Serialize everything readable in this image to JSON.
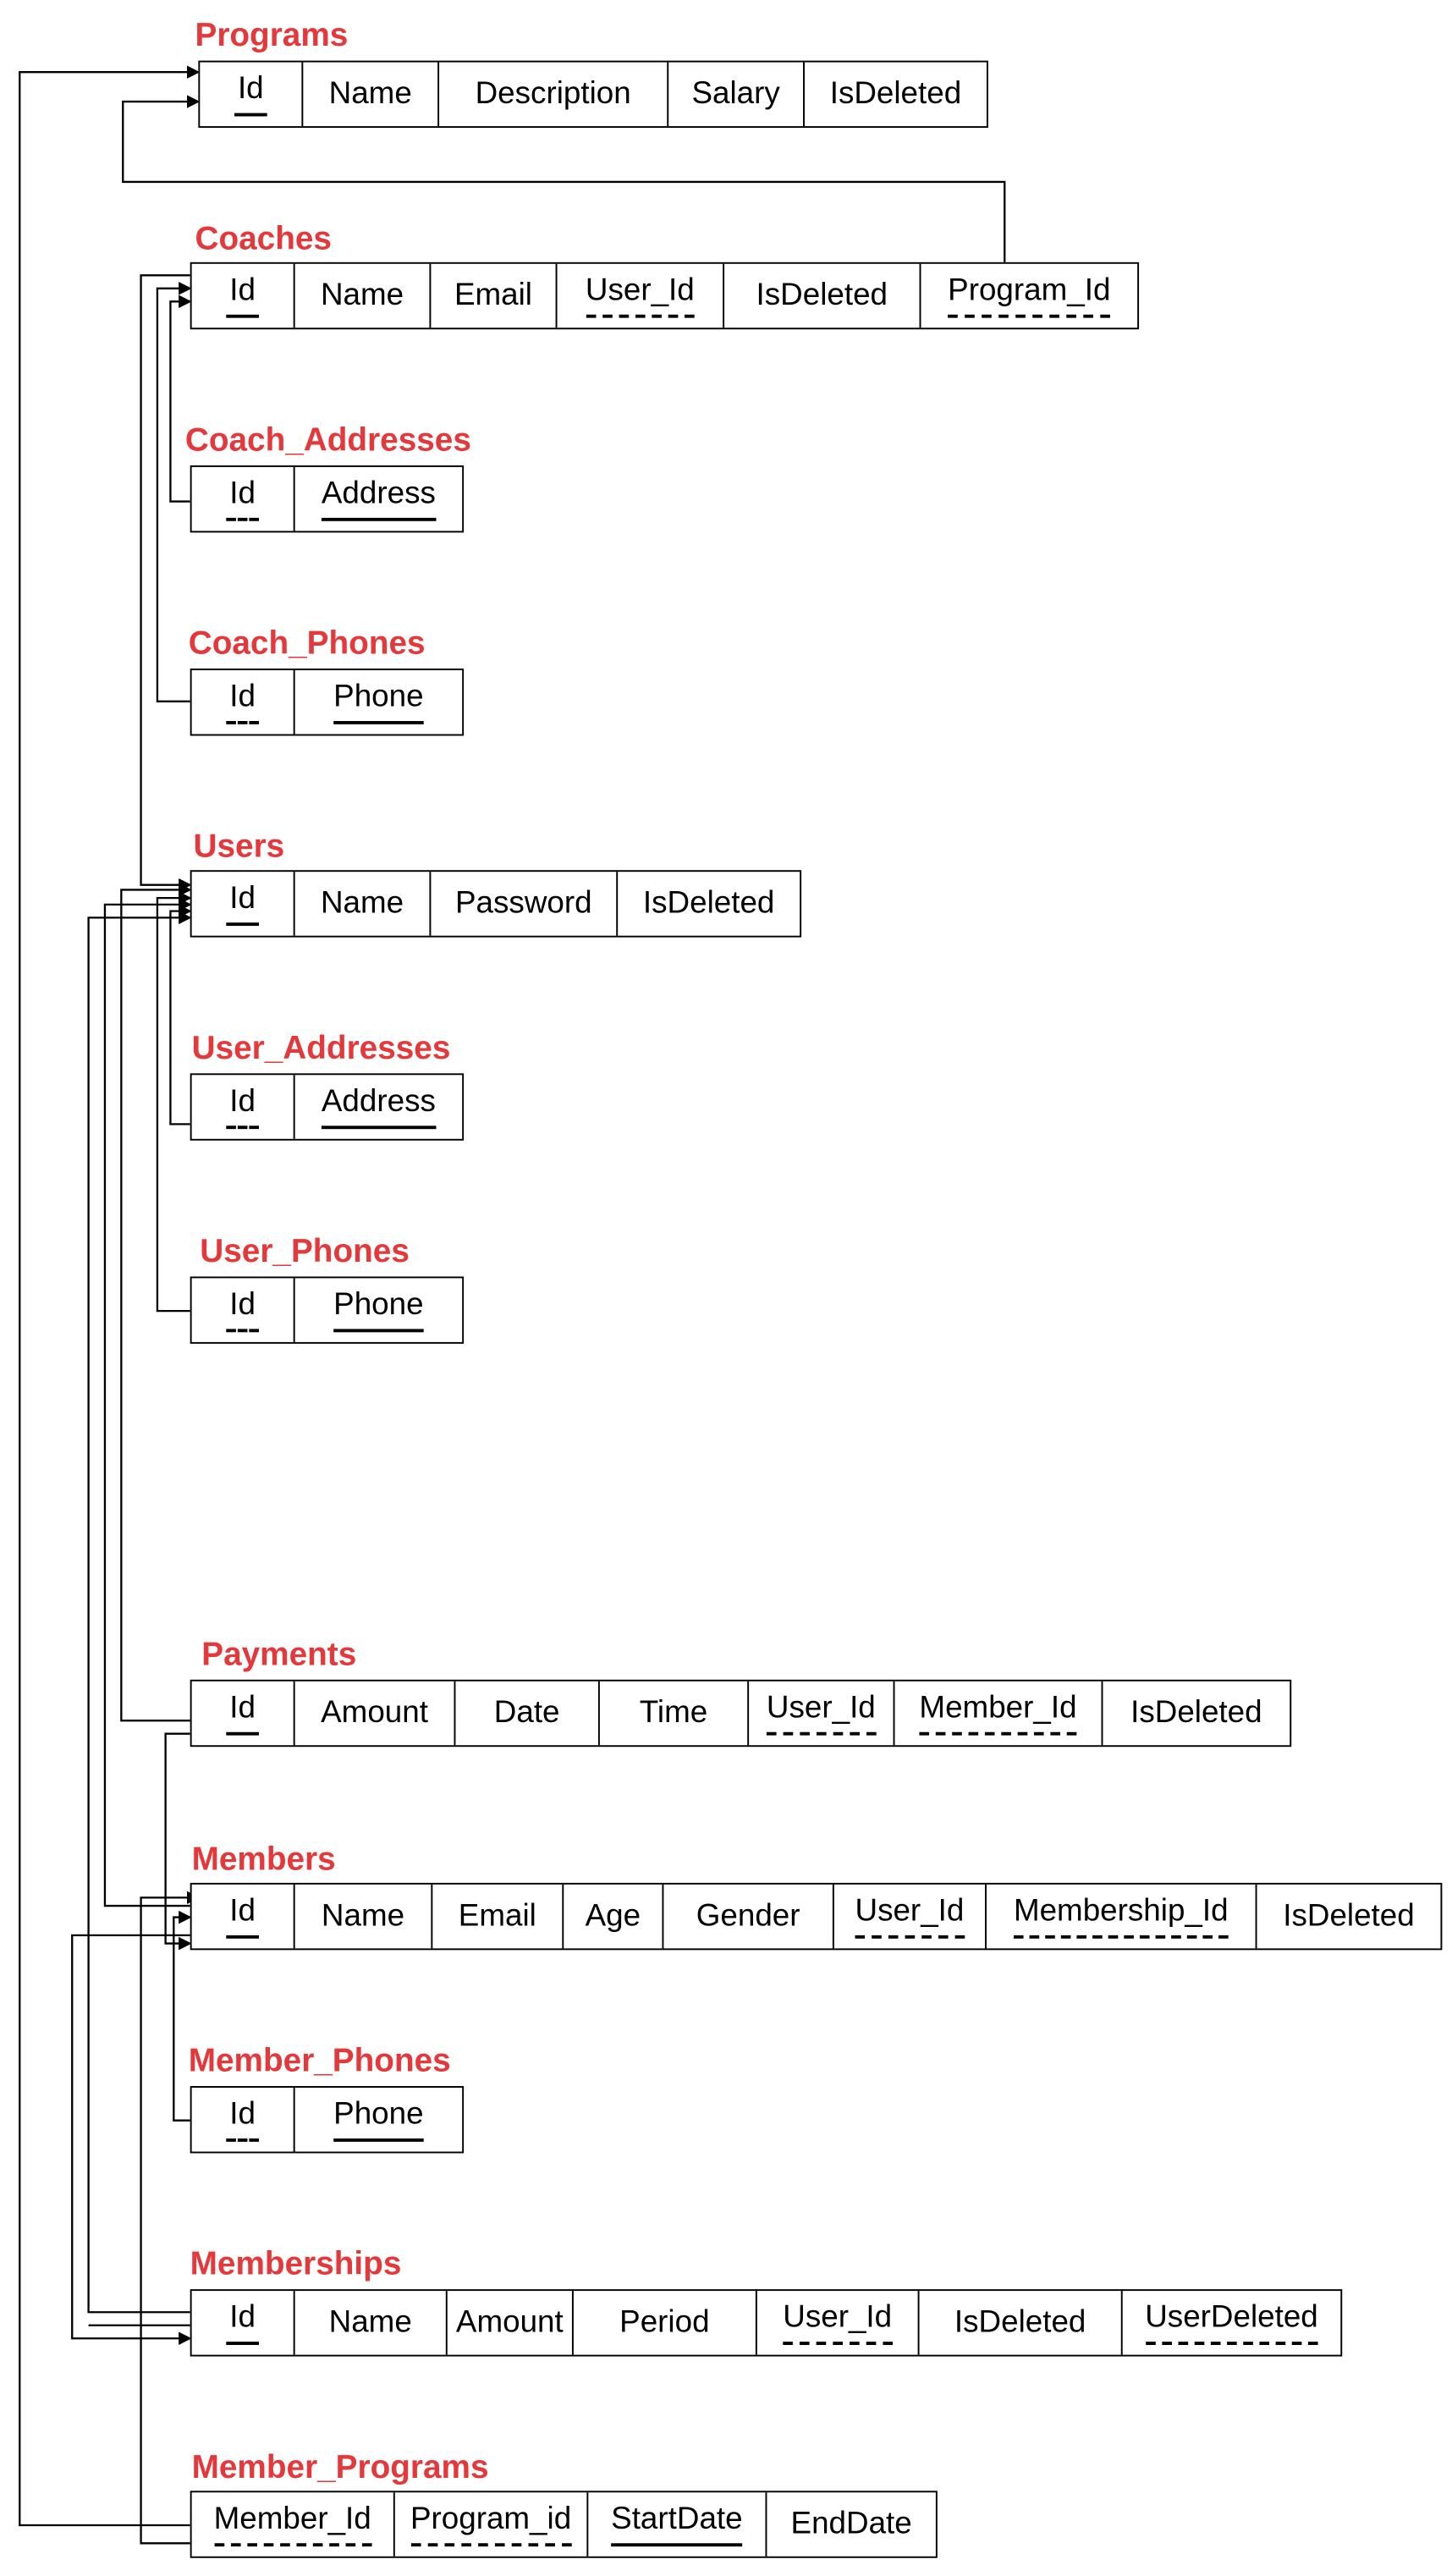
{
  "diagram": {
    "entities": [
      {
        "id": "programs",
        "name": "Programs",
        "columns": [
          {
            "label": "Id",
            "key": "pk"
          },
          {
            "label": "Name"
          },
          {
            "label": "Description"
          },
          {
            "label": "Salary"
          },
          {
            "label": "IsDeleted"
          }
        ]
      },
      {
        "id": "coaches",
        "name": "Coaches",
        "columns": [
          {
            "label": "Id",
            "key": "pk"
          },
          {
            "label": "Name"
          },
          {
            "label": "Email"
          },
          {
            "label": "User_Id",
            "key": "fk"
          },
          {
            "label": "IsDeleted"
          },
          {
            "label": "Program_Id",
            "key": "fk"
          }
        ]
      },
      {
        "id": "coach_addresses",
        "name": "Coach_Addresses",
        "columns": [
          {
            "label": "Id",
            "key": "fk"
          },
          {
            "label": "Address",
            "key": "pk"
          }
        ]
      },
      {
        "id": "coach_phones",
        "name": "Coach_Phones",
        "columns": [
          {
            "label": "Id",
            "key": "fk"
          },
          {
            "label": "Phone",
            "key": "pk"
          }
        ]
      },
      {
        "id": "users",
        "name": "Users",
        "columns": [
          {
            "label": "Id",
            "key": "pk"
          },
          {
            "label": "Name"
          },
          {
            "label": "Password"
          },
          {
            "label": "IsDeleted"
          }
        ]
      },
      {
        "id": "user_addresses",
        "name": "User_Addresses",
        "columns": [
          {
            "label": "Id",
            "key": "fk"
          },
          {
            "label": "Address",
            "key": "pk"
          }
        ]
      },
      {
        "id": "user_phones",
        "name": "User_Phones",
        "columns": [
          {
            "label": "Id",
            "key": "fk"
          },
          {
            "label": "Phone",
            "key": "pk"
          }
        ]
      },
      {
        "id": "payments",
        "name": "Payments",
        "columns": [
          {
            "label": "Id",
            "key": "pk"
          },
          {
            "label": "Amount"
          },
          {
            "label": "Date"
          },
          {
            "label": "Time"
          },
          {
            "label": "User_Id",
            "key": "fk"
          },
          {
            "label": "Member_Id",
            "key": "fk"
          },
          {
            "label": "IsDeleted"
          }
        ]
      },
      {
        "id": "members",
        "name": "Members",
        "columns": [
          {
            "label": "Id",
            "key": "pk"
          },
          {
            "label": "Name"
          },
          {
            "label": "Email"
          },
          {
            "label": "Age"
          },
          {
            "label": "Gender"
          },
          {
            "label": "User_Id",
            "key": "fk"
          },
          {
            "label": "Membership_Id",
            "key": "fk"
          },
          {
            "label": "IsDeleted"
          }
        ]
      },
      {
        "id": "member_phones",
        "name": "Member_Phones",
        "columns": [
          {
            "label": "Id",
            "key": "fk"
          },
          {
            "label": "Phone",
            "key": "pk"
          }
        ]
      },
      {
        "id": "memberships",
        "name": "Memberships",
        "columns": [
          {
            "label": "Id",
            "key": "pk"
          },
          {
            "label": "Name"
          },
          {
            "label": "Amount"
          },
          {
            "label": "Period"
          },
          {
            "label": "User_Id",
            "key": "fk"
          },
          {
            "label": "IsDeleted"
          },
          {
            "label": "UserDeleted",
            "key": "fk"
          }
        ]
      },
      {
        "id": "member_programs",
        "name": "Member_Programs",
        "columns": [
          {
            "label": "Member_Id",
            "key": "fk"
          },
          {
            "label": "Program_id",
            "key": "fk"
          },
          {
            "label": "StartDate",
            "key": "pk"
          },
          {
            "label": "EndDate"
          }
        ]
      }
    ],
    "relationships": [
      {
        "from": "coaches.Program_Id",
        "to": "programs.Id"
      },
      {
        "from": "member_programs.Program_id",
        "to": "programs.Id"
      },
      {
        "from": "coach_addresses.Id",
        "to": "coaches.Id"
      },
      {
        "from": "coach_phones.Id",
        "to": "coaches.Id"
      },
      {
        "from": "coaches.User_Id",
        "to": "users.Id"
      },
      {
        "from": "user_addresses.Id",
        "to": "users.Id"
      },
      {
        "from": "user_phones.Id",
        "to": "users.Id"
      },
      {
        "from": "payments.User_Id",
        "to": "users.Id"
      },
      {
        "from": "members.User_Id",
        "to": "users.Id"
      },
      {
        "from": "memberships.User_Id",
        "to": "users.Id"
      },
      {
        "from": "payments.Member_Id",
        "to": "members.Id"
      },
      {
        "from": "member_phones.Id",
        "to": "members.Id"
      },
      {
        "from": "member_programs.Member_Id",
        "to": "members.Id"
      },
      {
        "from": "members.Membership_Id",
        "to": "memberships.Id"
      }
    ]
  }
}
